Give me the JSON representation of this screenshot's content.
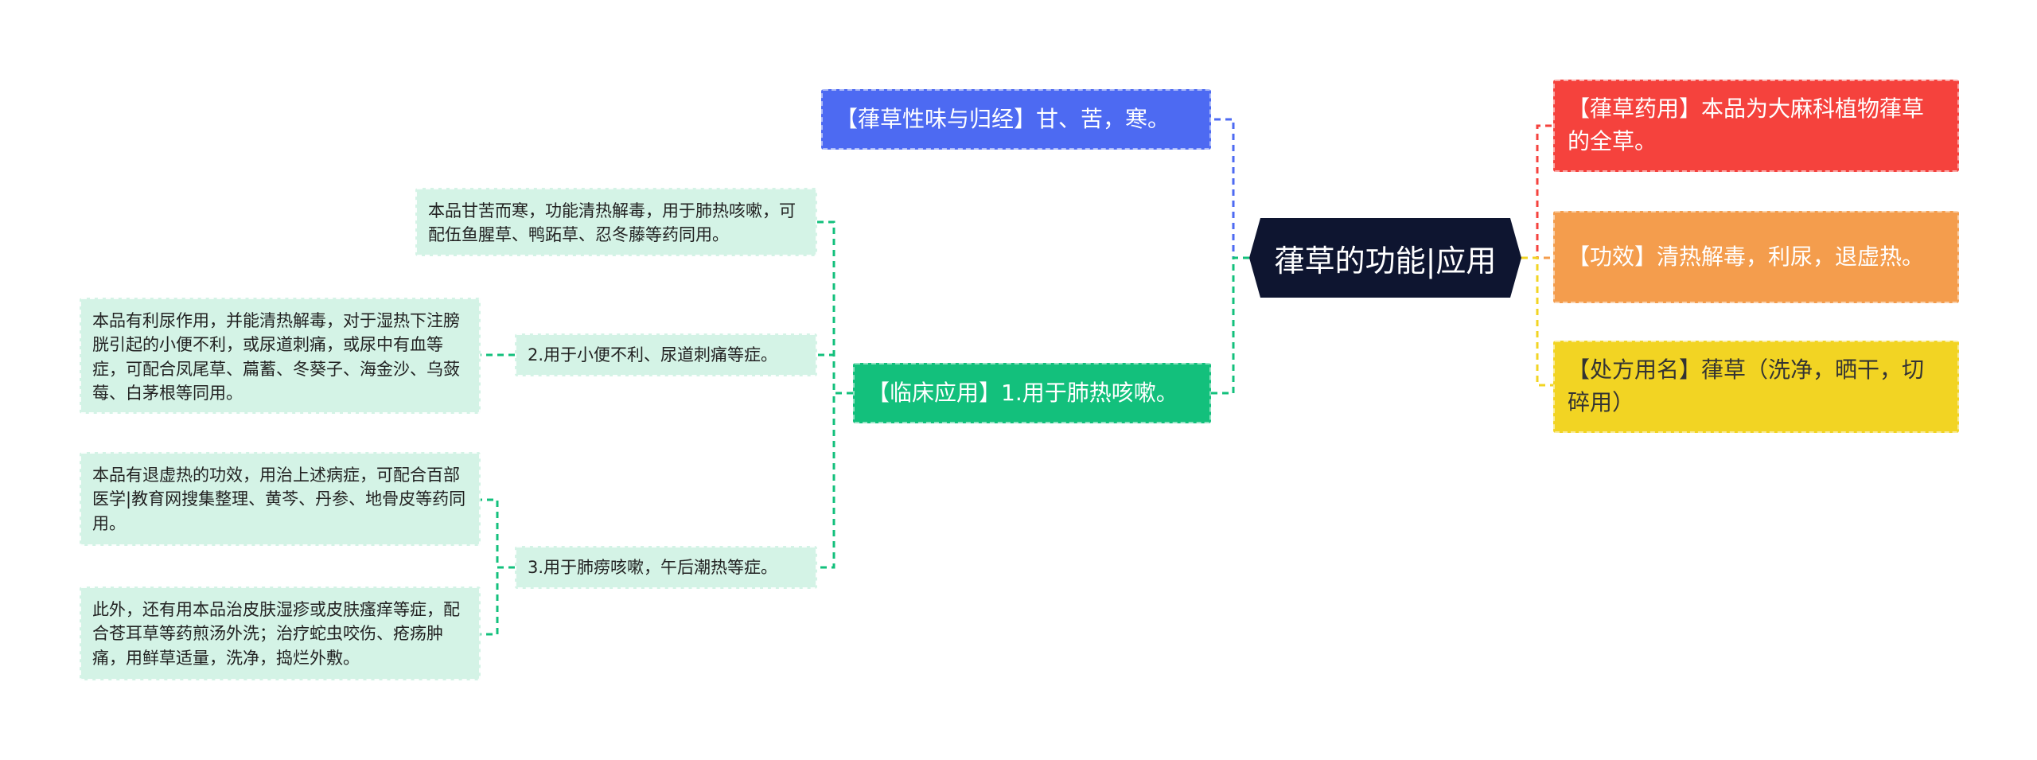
{
  "center": {
    "text": "葎草的功能|应用"
  },
  "left_branches": {
    "nature": {
      "text": "【葎草性味与归经】甘、苦，寒。"
    },
    "clinical": {
      "text": "【临床应用】1.用于肺热咳嗽。",
      "children": [
        {
          "text": "本品甘苦而寒，功能清热解毒，用于肺热咳嗽，可配伍鱼腥草、鸭跖草、忍冬藤等药同用。"
        },
        {
          "text": "2.用于小便不利、尿道刺痛等症。",
          "detail": "本品有利尿作用，并能清热解毒，对于湿热下注膀胱引起的小便不利，或尿道刺痛，或尿中有血等症，可配合凤尾草、萹蓄、冬葵子、海金沙、乌蔹莓、白茅根等同用。"
        },
        {
          "text": "3.用于肺痨咳嗽，午后潮热等症。",
          "details": [
            "本品有退虚热的功效，用治上述病症，可配合百部医学|教育网搜集整理、黄芩、丹参、地骨皮等药同用。",
            "此外，还有用本品治皮肤湿疹或皮肤瘙痒等症，配合苍耳草等药煎汤外洗；治疗蛇虫咬伤、疮疡肿痛，用鲜草适量，洗净，捣烂外敷。"
          ]
        }
      ]
    }
  },
  "right_branches": [
    {
      "text": "【葎草药用】本品为大麻科植物葎草的全草。"
    },
    {
      "text": "【功效】清热解毒，利尿，退虚热。"
    },
    {
      "text": "【处方用名】葎草（洗净，晒干，切碎用）"
    }
  ],
  "colors": {
    "center": "#0e1530",
    "nature": "#4d6af2",
    "clinical": "#13c07c",
    "usage": "#f5423d",
    "effect": "#f49d4d",
    "prescription": "#f2d423",
    "leaf": "#d4f3e6"
  }
}
